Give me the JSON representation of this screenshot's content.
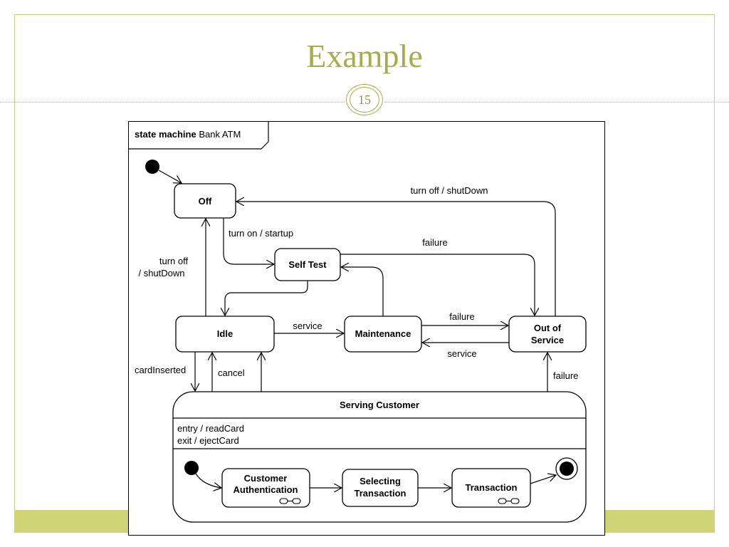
{
  "slide": {
    "title": "Example",
    "page_number": "15",
    "colors": {
      "accent": "#a5ad4a",
      "footer_bar": "#cfd477"
    }
  },
  "diagram": {
    "frame_keyword": "state machine",
    "frame_name": "Bank ATM",
    "states": {
      "off": "Off",
      "self_test": "Self Test",
      "idle": "Idle",
      "maintenance": "Maintenance",
      "out_of_service_line1": "Out of",
      "out_of_service_line2": "Service",
      "serving_customer": "Serving Customer",
      "entry_action": "entry / readCard",
      "exit_action": "exit / ejectCard",
      "customer_auth_line1": "Customer",
      "customer_auth_line2": "Authentication",
      "selecting_line1": "Selecting",
      "selecting_line2": "Transaction",
      "transaction": "Transaction"
    },
    "transitions": {
      "turn_off_top": "turn off / shutDown",
      "turn_on": "turn on / startup",
      "failure_selftest": "failure",
      "turn_off_idle_line1": "turn off",
      "turn_off_idle_line2": "/ shutDown",
      "service_idle": "service",
      "failure_maint": "failure",
      "service_oos": "service",
      "card_inserted": "cardInserted",
      "cancel": "cancel",
      "failure_serving": "failure"
    }
  }
}
